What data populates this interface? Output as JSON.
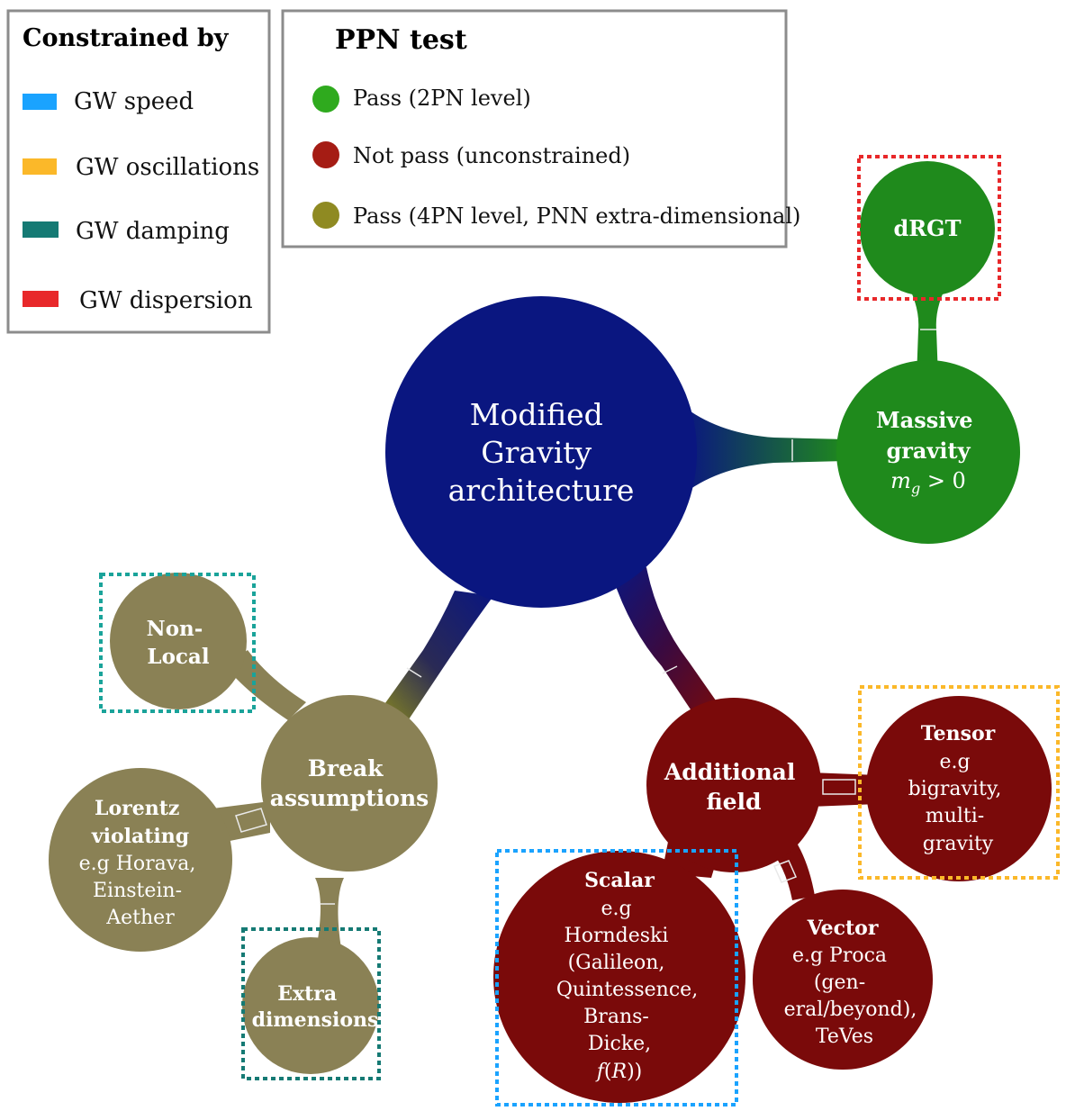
{
  "colors": {
    "gw_speed": "#1aa3ff",
    "gw_oscillations": "#fbb829",
    "gw_damping": "#157a74",
    "gw_dispersion": "#e8282a",
    "pass_2pn": "#2faa1e",
    "not_pass": "#a51c14",
    "pass_4pn": "#8f8a22",
    "core": "#0a1680",
    "massive_fill": "#1f8a1c",
    "additional_fill": "#7a0a0a",
    "break_fill": "#8a8155",
    "legend_border": "#8c8c8c"
  },
  "legend_constrained": {
    "title": "Constrained by",
    "items": [
      {
        "label": "GW speed",
        "color": "#1aa3ff"
      },
      {
        "label": "GW oscillations",
        "color": "#fbb829"
      },
      {
        "label": "GW damping",
        "color": "#157a74"
      },
      {
        "label": "GW dispersion",
        "color": "#e8282a"
      }
    ]
  },
  "legend_ppn": {
    "title": "PPN test",
    "items": [
      {
        "label": "Pass (2PN level)",
        "color": "#2faa1e"
      },
      {
        "label": "Not pass (unconstrained)",
        "color": "#a51c14"
      },
      {
        "label": "Pass (4PN level, PNN extra-dimensional)",
        "color": "#8f8a22"
      }
    ]
  },
  "nodes": {
    "core": {
      "lines": [
        "Modified",
        "Gravity",
        "architecture"
      ]
    },
    "drgt": {
      "lines": [
        "dRGT"
      ]
    },
    "massive": {
      "title": [
        "Massive",
        "gravity"
      ],
      "formula_var": "m",
      "formula_sub": "g",
      "formula_rest": " > 0"
    },
    "additional": {
      "lines": [
        "Additional",
        "field"
      ]
    },
    "tensor": {
      "title": [
        "Tensor"
      ],
      "body": [
        "e.g",
        "bigravity,",
        "multi-",
        "gravity"
      ]
    },
    "vector": {
      "title": [
        "Vector"
      ],
      "body": [
        "e.g Proca",
        "(gen-",
        "eral/beyond),",
        "TeVes"
      ]
    },
    "scalar": {
      "title": [
        "Scalar"
      ],
      "body": [
        "e.g",
        "Horndeski",
        "(Galileon,",
        "Quintessence,",
        "Brans-",
        "Dicke,"
      ],
      "last_f": "f",
      "last_R": "R"
    },
    "break": {
      "lines": [
        "Break",
        "assumptions"
      ]
    },
    "nonlocal": {
      "lines": [
        "Non-",
        "Local"
      ]
    },
    "lorentz": {
      "title": [
        "Lorentz",
        "violating"
      ],
      "body": [
        "e.g Horava,",
        "Einstein-",
        "Aether"
      ]
    },
    "extra": {
      "lines": [
        "Extra",
        "dimensions"
      ]
    }
  }
}
